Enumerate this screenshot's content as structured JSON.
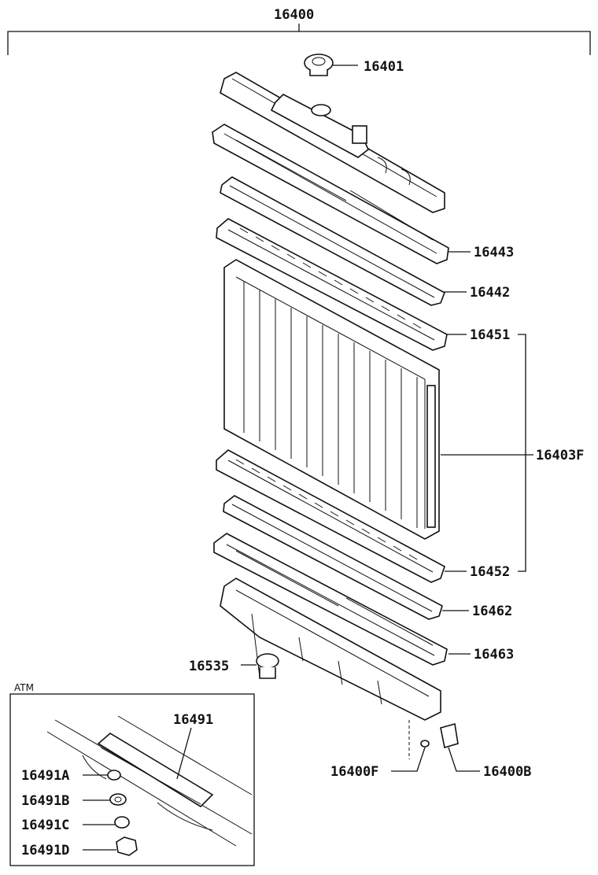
{
  "labels": {
    "assembly": "16400",
    "cap": "16401",
    "upper_tank_seal": "16443",
    "upper_gasket": "16442",
    "upper_plate": "16451",
    "core": "16403F",
    "lower_plate": "16452",
    "lower_gasket": "16462",
    "lower_tank": "16463",
    "drain_plug": "16535",
    "drain_cock_f": "16400F",
    "drain_cock_b": "16400B",
    "inset_title": "ATM",
    "inset_pipe": "16491",
    "inset_a": "16491A",
    "inset_b": "16491B",
    "inset_c": "16491C",
    "inset_d": "16491D"
  }
}
